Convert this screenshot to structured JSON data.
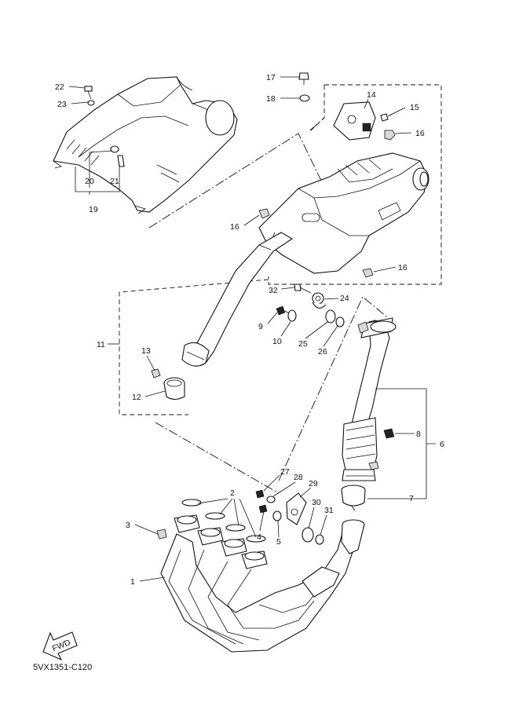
{
  "diagram_code": "5VX1351-C120",
  "fwd_label": "FWD",
  "part_labels": {
    "p1": "1",
    "p2": "2",
    "p3": "3",
    "p4": "4",
    "p5": "5",
    "p6": "6",
    "p7": "7",
    "p8": "8",
    "p9": "9",
    "p10": "10",
    "p11": "11",
    "p12": "12",
    "p13": "13",
    "p14": "14",
    "p15": "15",
    "p16a": "16",
    "p16b": "16",
    "p16c": "16",
    "p17": "17",
    "p18": "18",
    "p19": "19",
    "p20": "20",
    "p21": "21",
    "p22": "22",
    "p23": "23",
    "p24": "24",
    "p25": "25",
    "p26": "26",
    "p27": "27",
    "p28": "28",
    "p29": "29",
    "p30": "30",
    "p31": "31",
    "p32": "32"
  }
}
